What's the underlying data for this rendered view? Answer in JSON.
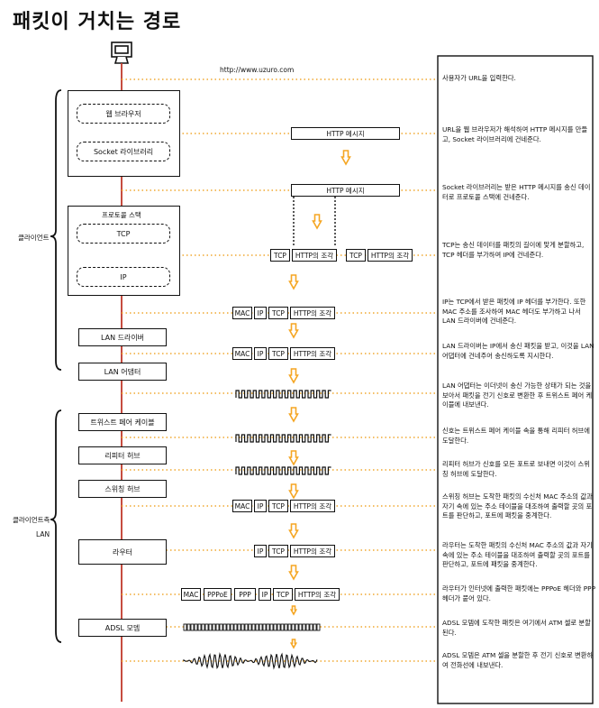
{
  "title": "패킷이 거치는 경로",
  "url": "http://www.uzuro.com",
  "client_label": "클라이언트",
  "client_side_label": "클라이언트측",
  "lan_label": "LAN",
  "boxes": {
    "web_browser": "웹 브라우저",
    "socket_library": "Socket 라이브러리",
    "protocol_stack": "프로토콜 스택",
    "tcp": "TCP",
    "ip": "IP",
    "lan_driver": "LAN 드라이버",
    "lan_adapter": "LAN 어댑터",
    "twisted_pair": "트위스트 페어 케이블",
    "repeater_hub": "리피터 허브",
    "switching_hub": "스위칭 허브",
    "router": "라우터",
    "adsl_modem": "ADSL 모뎀"
  },
  "packets": {
    "http_msg": "HTTP 메시지",
    "http_piece": "HTTP의 조각",
    "tcp": "TCP",
    "ip": "IP",
    "mac": "MAC",
    "pppoe": "PPPoE",
    "ppp": "PPP"
  },
  "notes": [
    "사용자가 URL을 입력한다.",
    "URL을 웹 브라우저가 해석하여 HTTP 메시지를 만들고, Socket 라이브러리에 건네준다.",
    "Socket 라이브러리는 받은 HTTP 메시지를 송신 데이터로 프로토콜 스택에 건네준다.",
    "TCP는 송신 데이터를 패킷의 길이에 맞게 분할하고, TCP 헤더를 부가하여 IP에 건네준다.",
    "IP는 TCP에서 받은 패킷에 IP 헤더를 부가한다. 또한 MAC 주소를 조사하여 MAC 헤더도 부가하고 나서 LAN 드라이버에 건네준다.",
    "LAN 드라이버는 IP에서 송신 패킷을 받고, 이것을 LAN 어댑터에 건네주어 송신하도록 지시한다.",
    "LAN 어댑터는 이더넷이 송신 가능한 상태가 되는 것을 보아서 패킷을 전기 신호로 변환한 후 트위스트 페어 케이블에 내보낸다.",
    "신호는 트위스트 페어 케이블 속을 통해 리피터 허브에 도달한다.",
    "리피터 허브가 신호를 모든 포트로 보내면 이것이 스위칭 허브에 도달한다.",
    "스위칭 허브는 도착한 패킷의 수신처 MAC 주소의 값과 자기 속에 있는 주소 테이블을 대조하여 출력할 곳의 포트를 판단하고, 포트에 패킷을 중계한다.",
    "라우터는 도착한 패킷의 수신처 MAC 주소의 값과 자기 속에 있는 주소 테이블을 대조하여 출력할 곳의 포트를 판단하고, 포트에 패킷을 중계한다.",
    "라우터가 인터넷에 출력한 패킷에는 PPPoE 헤더와 PPP 헤더가 붙어 있다.",
    "ADSL 모뎀에 도착한 패킷은 여기에서 ATM 셀로 분할된다.",
    "ADSL 모뎀은 ATM 셀을 분할한 후 전기 신호로 변환하여 전화선에 내보낸다."
  ],
  "colors": {
    "line": "#c0392b",
    "dots": "#f0a830",
    "arrow": "#f5a623"
  }
}
